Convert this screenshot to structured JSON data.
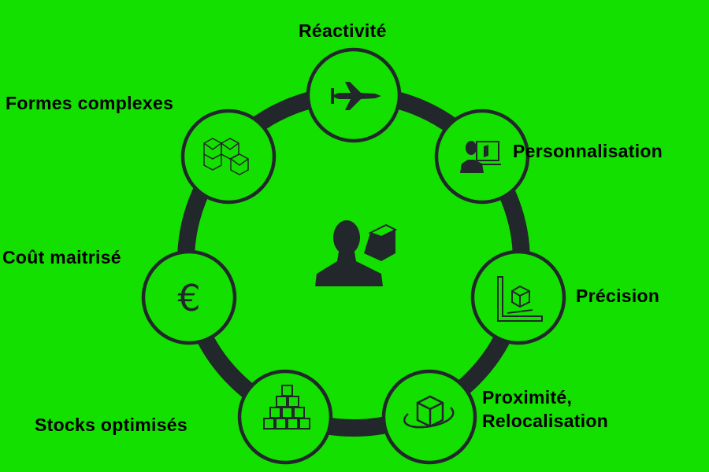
{
  "colors": {
    "background": "#14e000",
    "ring": "#22272b",
    "text": "#000000"
  },
  "center": {
    "icon": "person-with-cube-icon"
  },
  "nodes": [
    {
      "label": "Réactivité",
      "icon": "fighter-jet-icon"
    },
    {
      "label": "Personnalisation",
      "icon": "person-with-screen-icon"
    },
    {
      "label": "Précision",
      "icon": "ruler-cube-icon"
    },
    {
      "label": "Proximité,",
      "label2": "Relocalisation",
      "icon": "rotating-box-icon"
    },
    {
      "label": "Stocks optimisés",
      "icon": "stacked-cubes-icon"
    },
    {
      "label": "Coût maitrisé",
      "icon": "euro-icon"
    },
    {
      "label": "Formes complexes",
      "icon": "wireframe-cubes-icon"
    }
  ]
}
